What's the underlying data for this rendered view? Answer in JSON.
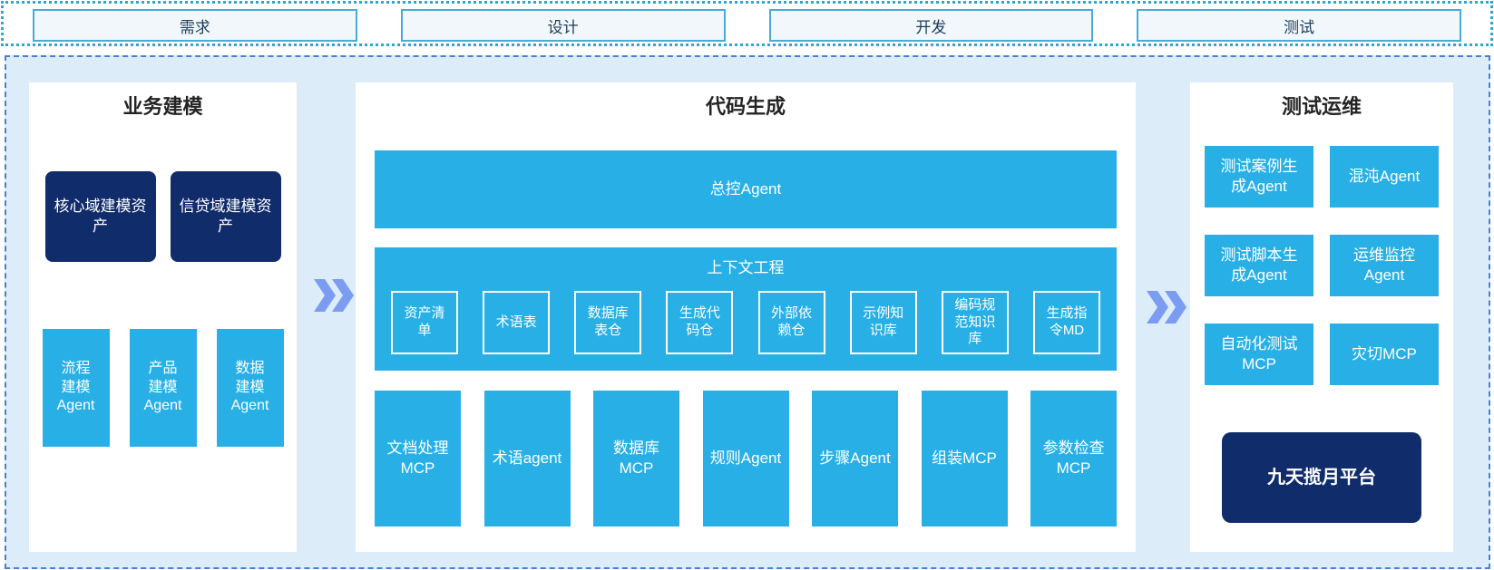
{
  "colors": {
    "cyan": "#28b0e6",
    "navy": "#112c6b",
    "canvas_bg": "#dcedf9",
    "panel_bg": "#ffffff",
    "arrow_blue": "#7b9cf0",
    "phase_box_border": "#48add5",
    "strip_border_dotted": "#2aa7d0",
    "main_border_dashed": "#4a7ed6"
  },
  "icons": {
    "flow_arrow": "double-chevron-right"
  },
  "phases": [
    "需求",
    "设计",
    "开发",
    "测试"
  ],
  "panels": {
    "business": {
      "title": "业务建模",
      "asset_boxes": [
        "核心域建模资产",
        "信贷域建模资产"
      ],
      "agent_boxes": [
        "流程建模Agent",
        "产品建模Agent",
        "数据建模Agent"
      ]
    },
    "codegen": {
      "title": "代码生成",
      "master_agent": "总控Agent",
      "context_engineering": {
        "title": "上下文工程",
        "items": [
          "资产清单",
          "术语表",
          "数据库表仓",
          "生成代码仓",
          "外部依赖仓",
          "示例知识库",
          "编码规范知识库",
          "生成指令MD"
        ]
      },
      "tool_boxes": [
        "文档处理MCP",
        "术语agent",
        "数据库MCP",
        "规则Agent",
        "步骤Agent",
        "组装MCP",
        "参数检查MCP"
      ]
    },
    "testops": {
      "title": "测试运维",
      "agent_boxes": [
        "测试案例生成Agent",
        "混沌Agent",
        "测试脚本生成Agent",
        "运维监控Agent",
        "自动化测试MCP",
        "灾切MCP"
      ],
      "platform": "九天揽月平台"
    }
  }
}
